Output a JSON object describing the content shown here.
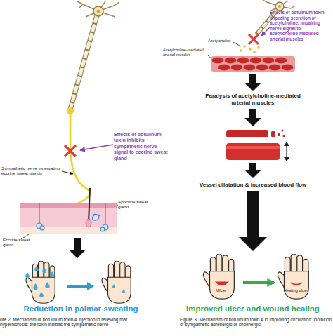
{
  "diagram": {
    "nodes": [
      {
        "text": [
          "Ulcer"
        ]
      },
      {
        "text": [
          "Healing ulcer"
        ]
      }
    ],
    "edges": [
      {
        "from": 0,
        "to": 1,
        "arrow": "to"
      }
    ],
    "labels": [
      "Effects of botulinum toxin inhibits sympathetic nerve signal to eccrine sweat gland",
      "Sympathetic nerve innervating eccrine sweat glands",
      "Apocrine sweat gland",
      "Eccrine sweat gland",
      "Reduction in palmar sweating",
      "ure 2. Mechanism of botulinum toxin A injection in relieving mar hyperhidrosis: the toxin inhibits the sympathetic nerve",
      "Effects of botulinum toxin impeding secretion of acetylcholine, impairing nerve signal to acetylcholine-mediated arterial muscles",
      "Acetylcholine",
      "Acetylcholine-mediated arterial muscles",
      "Paralysis of acetylcholine-mediated arterial muscles",
      "Vessel dilatation & increased blood flow",
      "Improved ulcer and wound healing",
      "Figure 3. Mechanism of botulinum toxin A in improving circulation: inhibition of sympathetic adrenergic or cholinergic"
    ]
  }
}
